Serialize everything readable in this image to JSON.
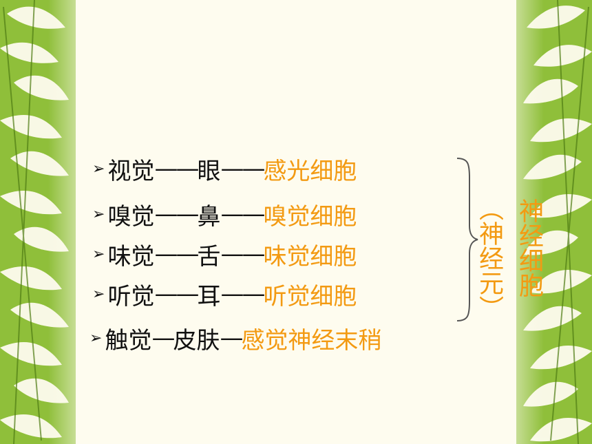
{
  "rows": [
    {
      "sense": "视觉",
      "dash1": "——",
      "organ": "眼",
      "dash2": "——",
      "cell": "感光细胞"
    },
    {
      "sense": "嗅觉",
      "dash1": "——",
      "organ": "鼻",
      "dash2": "——",
      "cell": "嗅觉细胞"
    },
    {
      "sense": "味觉",
      "dash1": "——",
      "organ": "舌",
      "dash2": "——",
      "cell": "味觉细胞"
    },
    {
      "sense": "听觉",
      "dash1": "——",
      "organ": "耳",
      "dash2": "——",
      "cell": "听觉细胞"
    },
    {
      "sense": "触觉",
      "dash1": "—",
      "organ": "皮肤",
      "dash2": "—",
      "cell": "感觉神经末稍"
    }
  ],
  "arrow_glyph": "➢",
  "summary": {
    "main": "神经细胞",
    "alt": "（神经元）"
  },
  "colors": {
    "background": "#fefcef",
    "leaf_light": "#d4e38a",
    "leaf_dark": "#6fa521",
    "highlight": "#f39a12",
    "text": "#111111"
  }
}
